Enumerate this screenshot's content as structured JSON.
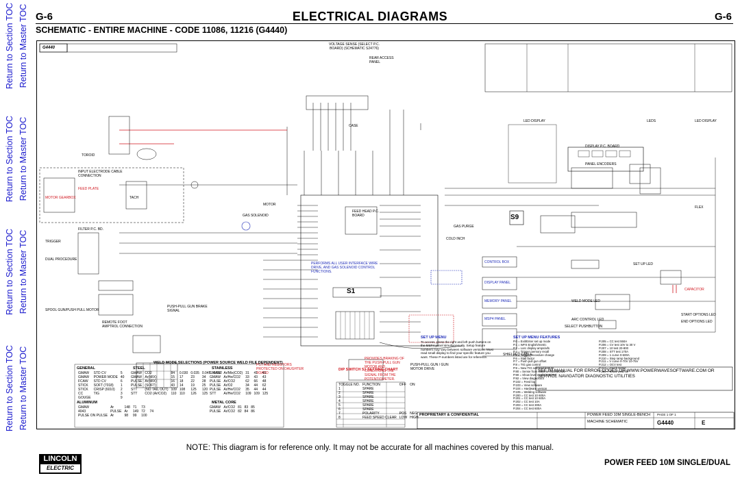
{
  "nav": {
    "items": [
      {
        "label": "Return to Section TOC"
      },
      {
        "label": "Return to Master TOC"
      }
    ]
  },
  "header": {
    "page_left": "G-6",
    "page_right": "G-6",
    "title": "ELECTRICAL DIAGRAMS",
    "subtitle": "SCHEMATIC - ENTIRE MACHINE - CODE 11086, 11216 (G4440)"
  },
  "schematic": {
    "drawing_id": "G4440",
    "labels": {
      "voltage_sense": "VOLTAGE SENSE (SELECT P.C. BOARD) (SCHEMATIC S24776)",
      "rear_access": "REAR ACCESS PANEL",
      "case": "CASE",
      "motor": "MOTOR",
      "gas_solenoid": "GAS SOLENOID",
      "feed_head": "FEED HEAD P.C. BOARD",
      "dual_procedure": "DUAL PROCEDURE",
      "trigger": "TRIGGER",
      "push_pull": "PUSH-PULL GUN BRAKE SIGNAL",
      "remote_foot": "REMOTE FOOT AMPTROL CONNECTION",
      "spool_gun": "SPOOL GUN/PUSH PULL MOTOR",
      "input_electrode": "INPUT ELECTRODE CABLE CONNECTION",
      "toroid": "TOROID",
      "feed_plate": "FEED PLATE",
      "motor_gearbox": "MOTOR GEARBOX",
      "tach": "TACH",
      "filter_pc": "FILTER P.C. BD.",
      "panel_encoders": "PANEL ENCODERS",
      "display_pc": "DISPLAY P.C. BOARD",
      "led_display": "LED DISPLAY",
      "leds": "LEDS",
      "memory_s9": "S9",
      "set_up_led": "SET UP LED",
      "flex": "FLEX",
      "weld_mode_led": "WELD MODE LED",
      "arc_control_led": "ARC CONTROL LED",
      "select_pushbutton": "SELECT PUSHBUTTON",
      "start_options_led": "START OPTIONS LED",
      "end_options_led": "END OPTIONS LED",
      "capacitor": "CAPACITOR",
      "gas_purge": "GAS PURGE",
      "cold_inch": "COLD INCH",
      "shielded_cable": "SHIELDED CABLE",
      "control_box": "CONTROL BOX",
      "display_panel": "DISPLAY PANEL",
      "memory_panel": "MEMORY PANEL",
      "msp4_panel": "MSP4 PANEL",
      "red_note": "PERFORMS ALL USER INTERFACE WIRE DRIVE, AND GAS SOLENOID CONTROL FUNCTIONS.",
      "gun_motor": "PUSH-PULL GUN / GUN MOTOR DRIVE",
      "provides_braking": "PROVIDES BRAKING OF THE PUSH-PULL GUN MOTOR AND CONDITIONS THE SIGNAL FROM THE POTENTIOMETER.",
      "pct_resistors": "PCT AND RESISTORS PROTECTED ON DAUGHTER BOARD"
    },
    "error_codes": "SEE IM MANUAL FOR ERROR CODES OR WWW.POWERWAVESOFTWARE.COM OR SERVICE NAVIGATOR DIAGNOSTIC UTILITIES",
    "weld_mode_title": "WELD MODE SELECTIONS (POWER SOURCE WELD FILE DEPENDENT)",
    "weld_modes": {
      "general": {
        "title": "GENERAL",
        "rows": [
          [
            "GMAW",
            "STD CV",
            "5"
          ],
          [
            "GMAW",
            "POWER MODE",
            "40"
          ],
          [
            "FCAW",
            "STD CV",
            "6"
          ],
          [
            "STICK",
            "SOFT (7018)",
            "1"
          ],
          [
            "STICK",
            "CRISP (6010)",
            "2"
          ],
          [
            "CC",
            "TIG",
            "3"
          ],
          [
            "GOUGE",
            "",
            "9"
          ]
        ]
      },
      "steel": {
        "title": "STEEL",
        "rows": [
          [
            "GMAW",
            "CO2",
            "84",
            "0.030",
            "0.035",
            "0.045",
            "0.052"
          ],
          [
            "GMAW",
            "Ar(MIX)",
            "15",
            "17",
            "23",
            "34"
          ],
          [
            "PULSE",
            "Ar(MIX)",
            "16",
            "18",
            "22",
            "28"
          ],
          [
            "PULSE",
            "(SOFT)",
            "43",
            "14",
            "19",
            "25"
          ],
          [
            "STT",
            "(NO TAIL OUT)",
            "109",
            "108",
            "125",
            "120"
          ],
          [
            "STT",
            "CO2 (Ar/CO2)",
            "110",
            "110",
            "126",
            "125"
          ]
        ]
      },
      "stainless": {
        "title": "STAINLESS",
        "rows": [
          [
            "GMAW",
            "Ar/Mix(CO2)",
            "31",
            "41",
            "41"
          ],
          [
            "GMAW",
            "Ar/He/CO2",
            "33",
            "43",
            "43"
          ],
          [
            "PULSE",
            "Ar/CO2",
            "62",
            "66",
            "48"
          ],
          [
            "PULSE",
            "Ar/O2",
            "34",
            "44",
            "62"
          ],
          [
            "PULSE",
            "Ar/He/CO2",
            "35",
            "44",
            "44"
          ],
          [
            "STT",
            "Ar/He/CO2",
            "109",
            "109",
            "125"
          ]
        ]
      },
      "aluminum": {
        "title": "ALUMINUM",
        "rows": [
          [
            "GMAW",
            "Ar",
            "148",
            "71",
            "73"
          ],
          [
            "4043",
            "PULSE",
            "Ar",
            "149",
            "72",
            "74"
          ],
          [
            "PULSE ON PULSE",
            "Ar",
            "98",
            "99",
            "100"
          ]
        ]
      },
      "metal_core": {
        "title": "METAL CORE",
        "rows": [
          [
            "GMAW",
            "Ar/CO2",
            "81",
            "83",
            "85"
          ],
          [
            "PULSE",
            "Ar/CO2",
            "82",
            "84",
            "86"
          ]
        ]
      }
    },
    "dip_switch": {
      "title": "DIP SWITCH S1 SETTING CHART",
      "columns": [
        "TOGGLE NO.",
        "FUNCTION",
        "OFF",
        "ON"
      ],
      "rows": [
        [
          "1",
          "SPARE",
          "",
          ""
        ],
        [
          "2",
          "SPARE",
          "",
          ""
        ],
        [
          "3",
          "SPARE",
          "",
          ""
        ],
        [
          "4",
          "SPARE",
          "",
          ""
        ],
        [
          "5",
          "SPARE",
          "",
          ""
        ],
        [
          "6",
          "SPARE",
          "",
          ""
        ],
        [
          "7",
          "POLARITY",
          "POS",
          "NEG"
        ],
        [
          "8",
          "FEED SPEED CLEAR",
          "LOW",
          "HIGH"
        ]
      ]
    },
    "setup_menu": {
      "title": "SET UP MENU",
      "text": "To access, press the right and left push buttons on the MSP4 panel simultaneously. Setup feature numbers may vary between software versions. Must read small display to find your specific feature you want. These P-numbers listed are for reference."
    },
    "setup_features": {
      "title": "SET UP MENU FEATURES",
      "col1": [
        "P.0 = Exit/Enter set up mode",
        "P.1 = WFS English/metric",
        "P.2 = Larc display amps/wfs",
        "P.4 = Trigger memory recall",
        "P.5 = Trigger procedure change",
        "P.6 = Stall factor",
        "P.7 = Push pull gun offset",
        "P.8 = TIG gas control",
        "P.9 = New TIG solenoid feature",
        "P.80 = Sense from studs on S2/M20/M2",
        "P.90 = Show level mode 200/201",
        "P.92 = View diagnostics",
        "P.102 = Feed log",
        "P.103 = View software",
        "P.104 = Hardware version",
        "P.105 = Welding software",
        "P.200 = CC test 10 600A",
        "P.201 = CC test 10 600A",
        "P.202 = CC test 10A",
        "P.203 = CC test 300A",
        "P.204 = CC test 600A"
      ],
      "col2": [
        "P.205 = CC test 550A",
        "P.206 = CV test 10V to 30 V",
        "P.207 = 10 test 20-800",
        "P.208 = STT test 170A",
        "P.209 = 1 curve 0-600A",
        "P.210 = Step ramp background",
        "P.211 = V curve 0-70V 10-75V",
        "P.212 = OCV test",
        "P.213 = Touch sense",
        "P.255 = Show weld file"
      ]
    },
    "title_block": {
      "company": "PROPRIETARY & CONFIDENTIAL",
      "equipment_type": "POWER FEED 10M SINGLE-BENCH",
      "subject": "MACHINE SCHEMATIC",
      "doc_number": "G4440",
      "revision": "E",
      "page": "PAGE 1 OF 1"
    }
  },
  "note": "NOTE: This diagram is for reference only. It may not be accurate for all machines covered by this manual.",
  "footer": {
    "logo_top": "LINCOLN",
    "logo_bottom": "ELECTRIC",
    "product": "POWER FEED 10M  SINGLE/DUAL"
  },
  "colors": {
    "nav_link": "#1a1acd",
    "wire_red": "#d0141c",
    "wire_blue": "#1c2ab8",
    "wire_green": "#1e9a2c",
    "wire_purple": "#7a2ea0"
  }
}
